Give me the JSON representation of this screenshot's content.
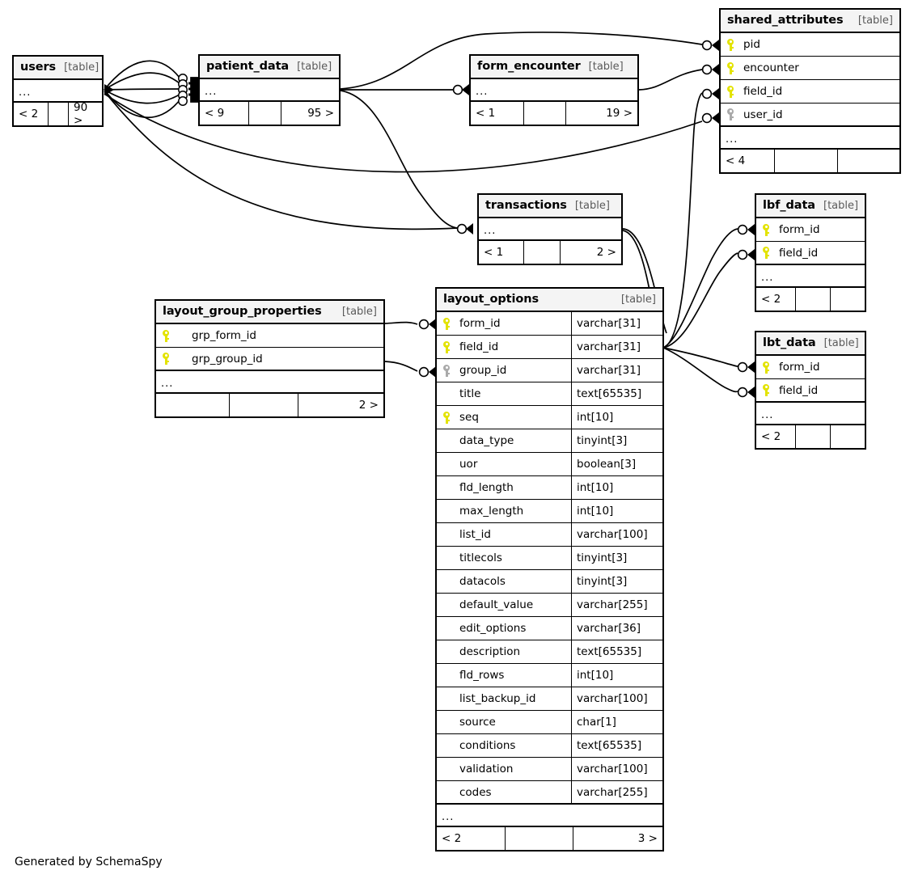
{
  "diagram": {
    "title": "SchemaSpy relationships diagram",
    "footer": "Generated by SchemaSpy",
    "colors": {
      "primary_key": "#E3E300",
      "foreign_key": "#aaaaaa",
      "header_bg": "#f4f4f4",
      "border": "#000000",
      "background": "#ffffff"
    },
    "type_label": "[table]",
    "ellipsis": "..."
  },
  "tables": {
    "users": {
      "name": "users",
      "type": "[table]",
      "ellipsis": "...",
      "columns": [],
      "footer": {
        "left": "< 2",
        "middle": "",
        "right": "90 >"
      }
    },
    "patient_data": {
      "name": "patient_data",
      "type": "[table]",
      "ellipsis": "...",
      "columns": [],
      "footer": {
        "left": "< 9",
        "middle": "",
        "right": "95 >"
      }
    },
    "form_encounter": {
      "name": "form_encounter",
      "type": "[table]",
      "ellipsis": "...",
      "columns": [],
      "footer": {
        "left": "< 1",
        "middle": "",
        "right": "19 >"
      }
    },
    "transactions": {
      "name": "transactions",
      "type": "[table]",
      "ellipsis": "...",
      "columns": [],
      "footer": {
        "left": "< 1",
        "middle": "",
        "right": "2 >"
      }
    },
    "shared_attributes": {
      "name": "shared_attributes",
      "type": "[table]",
      "ellipsis": "...",
      "columns": [
        {
          "name": "pid",
          "key": "primary"
        },
        {
          "name": "encounter",
          "key": "primary"
        },
        {
          "name": "field_id",
          "key": "primary"
        },
        {
          "name": "user_id",
          "key": "foreign"
        }
      ],
      "footer": {
        "left": "< 4",
        "middle": "",
        "right": ""
      }
    },
    "lbf_data": {
      "name": "lbf_data",
      "type": "[table]",
      "ellipsis": "...",
      "columns": [
        {
          "name": "form_id",
          "key": "primary"
        },
        {
          "name": "field_id",
          "key": "primary"
        }
      ],
      "footer": {
        "left": "< 2",
        "middle": "",
        "right": ""
      }
    },
    "lbt_data": {
      "name": "lbt_data",
      "type": "[table]",
      "ellipsis": "...",
      "columns": [
        {
          "name": "form_id",
          "key": "primary"
        },
        {
          "name": "field_id",
          "key": "primary"
        }
      ],
      "footer": {
        "left": "< 2",
        "middle": "",
        "right": ""
      }
    },
    "layout_group_properties": {
      "name": "layout_group_properties",
      "type": "[table]",
      "ellipsis": "...",
      "columns": [
        {
          "name": "grp_form_id",
          "key": "primary"
        },
        {
          "name": "grp_group_id",
          "key": "primary"
        }
      ],
      "footer": {
        "left": "",
        "middle": "",
        "right": "2 >"
      }
    },
    "layout_options": {
      "name": "layout_options",
      "type": "[table]",
      "ellipsis": "...",
      "columns": [
        {
          "name": "form_id",
          "key": "primary",
          "type": "varchar[31]"
        },
        {
          "name": "field_id",
          "key": "primary",
          "type": "varchar[31]"
        },
        {
          "name": "group_id",
          "key": "foreign",
          "type": "varchar[31]"
        },
        {
          "name": "title",
          "key": "none",
          "type": "text[65535]"
        },
        {
          "name": "seq",
          "key": "primary",
          "type": "int[10]"
        },
        {
          "name": "data_type",
          "key": "none",
          "type": "tinyint[3]"
        },
        {
          "name": "uor",
          "key": "none",
          "type": "boolean[3]"
        },
        {
          "name": "fld_length",
          "key": "none",
          "type": "int[10]"
        },
        {
          "name": "max_length",
          "key": "none",
          "type": "int[10]"
        },
        {
          "name": "list_id",
          "key": "none",
          "type": "varchar[100]"
        },
        {
          "name": "titlecols",
          "key": "none",
          "type": "tinyint[3]"
        },
        {
          "name": "datacols",
          "key": "none",
          "type": "tinyint[3]"
        },
        {
          "name": "default_value",
          "key": "none",
          "type": "varchar[255]"
        },
        {
          "name": "edit_options",
          "key": "none",
          "type": "varchar[36]"
        },
        {
          "name": "description",
          "key": "none",
          "type": "text[65535]"
        },
        {
          "name": "fld_rows",
          "key": "none",
          "type": "int[10]"
        },
        {
          "name": "list_backup_id",
          "key": "none",
          "type": "varchar[100]"
        },
        {
          "name": "source",
          "key": "none",
          "type": "char[1]"
        },
        {
          "name": "conditions",
          "key": "none",
          "type": "text[65535]"
        },
        {
          "name": "validation",
          "key": "none",
          "type": "varchar[100]"
        },
        {
          "name": "codes",
          "key": "none",
          "type": "varchar[255]"
        }
      ],
      "footer": {
        "left": "< 2",
        "middle": "",
        "right": "3 >"
      }
    }
  }
}
